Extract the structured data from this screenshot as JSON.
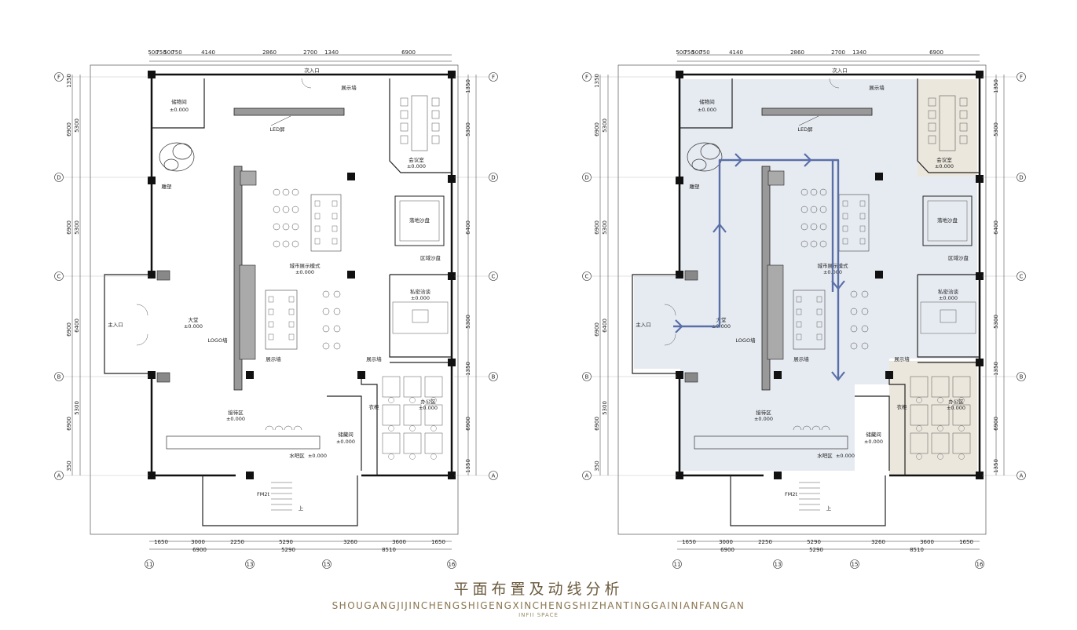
{
  "top_dims": [
    "500",
    "750",
    "500",
    "750",
    "4140",
    "2860",
    "2700",
    "1340",
    "6900"
  ],
  "bottom_dims_row1": [
    "1650",
    "3000",
    "2250",
    "5290",
    "3260",
    "3600",
    "1650"
  ],
  "bottom_dims_row2": [
    "6900",
    "5290",
    "8510"
  ],
  "left_dims": [
    "350",
    "6900",
    "6900",
    "6900",
    "6900",
    "1350"
  ],
  "left_dims_inner": [
    "5300",
    "6400",
    "5300",
    "5300"
  ],
  "right_dims": [
    "1350",
    "5300",
    "6400",
    "5300",
    "1350",
    "6900",
    "1350"
  ],
  "row_axes": [
    "F",
    "D",
    "C",
    "B",
    "A"
  ],
  "col_axes": [
    "11",
    "13",
    "15",
    "16"
  ],
  "rooms": {
    "storage": "储物间",
    "storage_level": "±0.000",
    "led": "LED屏",
    "meeting": "会议室",
    "meeting_level": "±0.000",
    "sculpture": "雕塑",
    "sand_table": "落地沙盘",
    "district_sand": "区域沙盘",
    "city_model": "城市展示模式",
    "city_level": "±0.000",
    "private": "私密洽谈",
    "private_level": "±0.000",
    "main_entrance": "主入口",
    "hall": "大堂",
    "hall_level": "±0.000",
    "logo_wall": "LOGO墙",
    "display_wall": "展示墙",
    "display_wall_top": "展示墙",
    "office": "办公区",
    "office_level": "±0.000",
    "wardrobe": "衣柜",
    "reception": "接待区",
    "reception_level": "±0.000",
    "storeroom": "储藏间",
    "storeroom_level": "±0.000",
    "water_bar": "水吧区",
    "water_bar_level": "±0.000",
    "second_entrance": "次入口",
    "stair": "FM2t",
    "up": "上"
  },
  "title_zh": "平面布置及动线分析",
  "title_en": "SHOUGANGJIJINCHENGSHIGENGXINCHENGSHIZHANTINGGAINIANFANGAN",
  "subtitle": "INFII SPACE",
  "colors": {
    "flow_line": "#5a6fa8",
    "public_fill": "#e6ebf2",
    "office_fill": "#ece7dd",
    "wall": "#111111",
    "title": "#6b5b3e"
  }
}
